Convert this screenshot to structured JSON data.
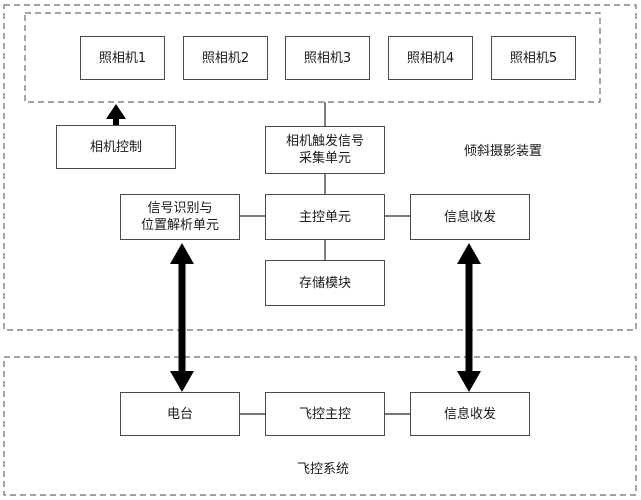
{
  "oblique_device": {
    "title": "倾斜摄影装置",
    "cameras": [
      "照相机1",
      "照相机2",
      "照相机3",
      "照相机4",
      "照相机5"
    ],
    "camera_control": "相机控制",
    "trigger_unit": "相机触发信号\n采集单元",
    "recognition_unit": "信号识别与\n位置解析单元",
    "main_control": "主控单元",
    "transceiver": "信息收发",
    "storage": "存储模块"
  },
  "flight_system": {
    "title": "飞控系统",
    "radio": "电台",
    "flight_main": "飞控主控",
    "transceiver": "信息收发"
  },
  "colors": {
    "border": "#4a4a4a",
    "arrow": "#000000",
    "dash": "#6a6a6a"
  }
}
